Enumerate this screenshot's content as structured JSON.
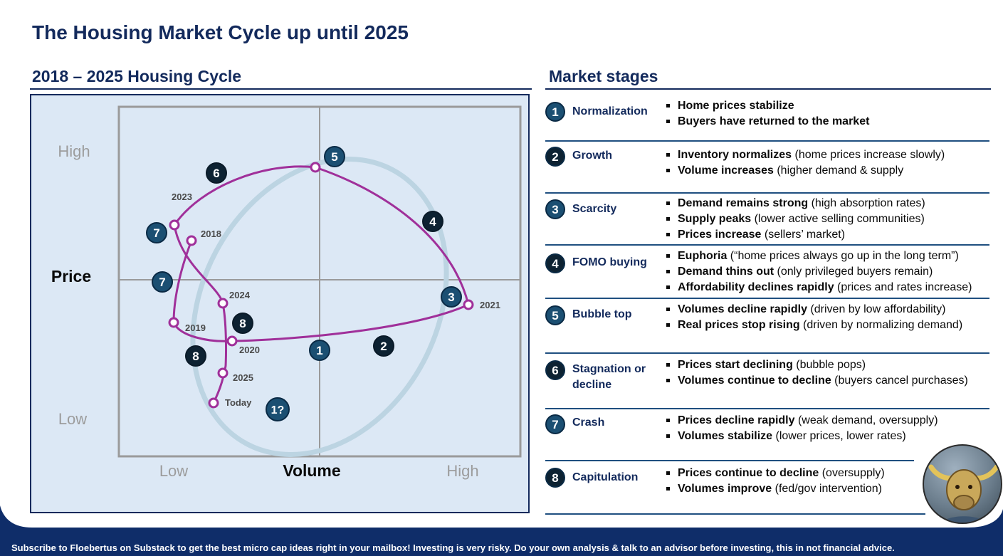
{
  "title": "The Housing Market Cycle up until 2025",
  "left_section_title": "2018 – 2025 Housing Cycle",
  "right_section_title": "Market stages",
  "chart_data": {
    "type": "diagram",
    "axis_y_label": "Price",
    "axis_x_label": "Volume",
    "y_ticks": {
      "high": "High",
      "low": "Low"
    },
    "x_ticks": {
      "low": "Low",
      "high": "High"
    },
    "year_labels": [
      "2018",
      "2019",
      "2020",
      "2021",
      "2023",
      "2024",
      "2025",
      "Today"
    ],
    "stage_markers": [
      "1",
      "2",
      "3",
      "4",
      "5",
      "6",
      "7",
      "7",
      "8",
      "8",
      "1?"
    ],
    "colors": {
      "path": "#a0309a",
      "ellipse": "#bcd4e2",
      "marker_dark": "#0d2232",
      "marker_blue": "#1b4f72"
    }
  },
  "stages": [
    {
      "num": "1",
      "name": "Normalization",
      "bullets": [
        {
          "bold": "Home prices stabilize",
          "rest": ""
        },
        {
          "bold": "Buyers  have returned to the market",
          "rest": ""
        }
      ]
    },
    {
      "num": "2",
      "name": "Growth",
      "bullets": [
        {
          "bold": "Inventory normalizes",
          "rest": " (home prices increase slowly)"
        },
        {
          "bold": "Volume increases",
          "rest": " (higher  demand & supply"
        }
      ]
    },
    {
      "num": "3",
      "name": "Scarcity",
      "bullets": [
        {
          "bold": "Demand remains strong",
          "rest": " (high absorption rates)"
        },
        {
          "bold": "Supply peaks",
          "rest": " (lower active selling communities)"
        },
        {
          "bold": "Prices increase",
          "rest": " (sellers’ market)"
        }
      ]
    },
    {
      "num": "4",
      "name": "FOMO buying",
      "bullets": [
        {
          "bold": "Euphoria",
          "rest": " (“home prices always go up in the long term”)"
        },
        {
          "bold": "Demand thins out",
          "rest": " (only privileged buyers remain)"
        },
        {
          "bold": "Affordability declines rapidly",
          "rest": " (prices and rates increase)"
        }
      ]
    },
    {
      "num": "5",
      "name": "Bubble top",
      "bullets": [
        {
          "bold": "Volumes decline rapidly",
          "rest": " (driven by low affordability)"
        },
        {
          "bold": "Real prices stop rising",
          "rest": " (driven by normalizing demand)"
        }
      ]
    },
    {
      "num": "6",
      "name": "Stagnation or decline",
      "bullets": [
        {
          "bold": "Prices start declining",
          "rest": " (bubble pops)"
        },
        {
          "bold": "Volumes continue to decline",
          "rest": " (buyers cancel purchases)"
        }
      ]
    },
    {
      "num": "7",
      "name": "Crash",
      "bullets": [
        {
          "bold": "Prices decline rapidly",
          "rest": " (weak demand, oversupply)"
        },
        {
          "bold": "Volumes stabilize",
          "rest": " (lower prices, lower rates)"
        }
      ]
    },
    {
      "num": "8",
      "name": "Capitulation",
      "bullets": [
        {
          "bold": "Prices continue to decline",
          "rest": " (oversupply)"
        },
        {
          "bold": "Volumes improve",
          "rest": " (fed/gov intervention)"
        }
      ]
    }
  ],
  "footer": "Subscribe to Floebertus on Substack to get the best micro cap ideas right in your mailbox!   Investing is very risky.   Do your own analysis & talk to an advisor before investing, this in not financial advice."
}
